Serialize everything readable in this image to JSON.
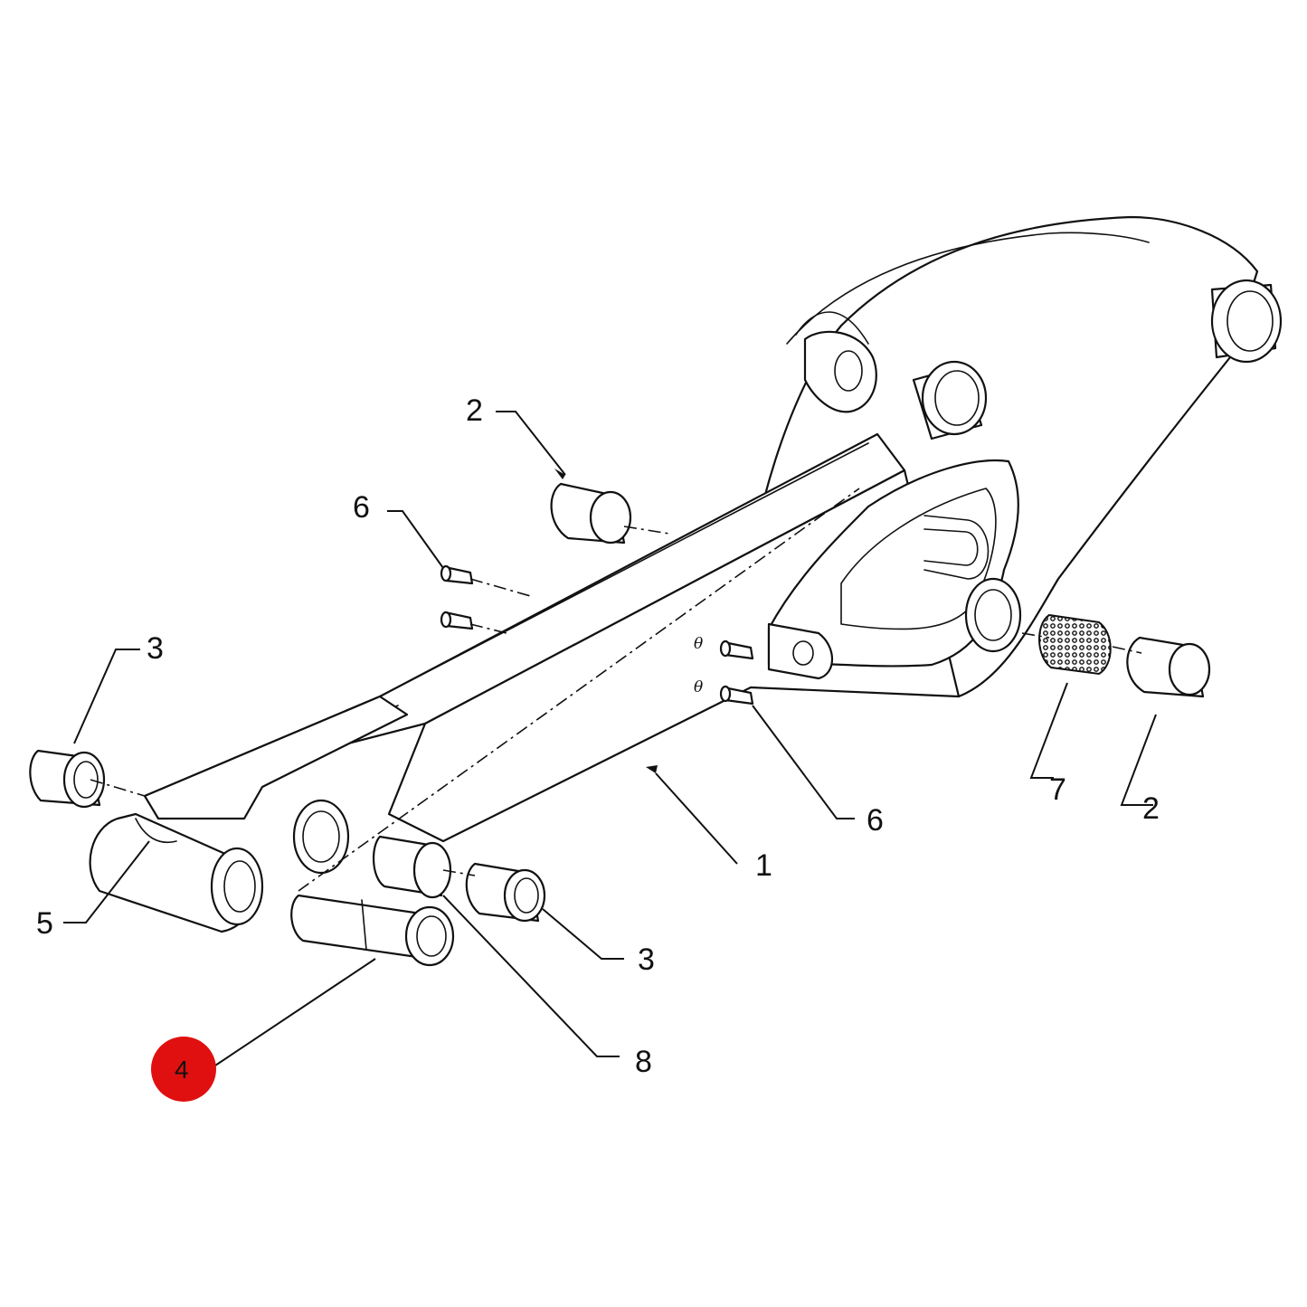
{
  "diagram": {
    "callouts": [
      {
        "id": "c1",
        "label": "1"
      },
      {
        "id": "c2a",
        "label": "2"
      },
      {
        "id": "c2b",
        "label": "2"
      },
      {
        "id": "c3a",
        "label": "3"
      },
      {
        "id": "c3b",
        "label": "3"
      },
      {
        "id": "c4",
        "label": "4",
        "highlighted": true
      },
      {
        "id": "c5",
        "label": "5"
      },
      {
        "id": "c6a",
        "label": "6"
      },
      {
        "id": "c6b",
        "label": "6"
      },
      {
        "id": "c7",
        "label": "7"
      },
      {
        "id": "c8",
        "label": "8"
      }
    ],
    "small_marks": [
      "θ",
      "θ"
    ],
    "colors": {
      "line": "#111111",
      "background": "#ffffff",
      "highlight": "#e01010"
    }
  }
}
